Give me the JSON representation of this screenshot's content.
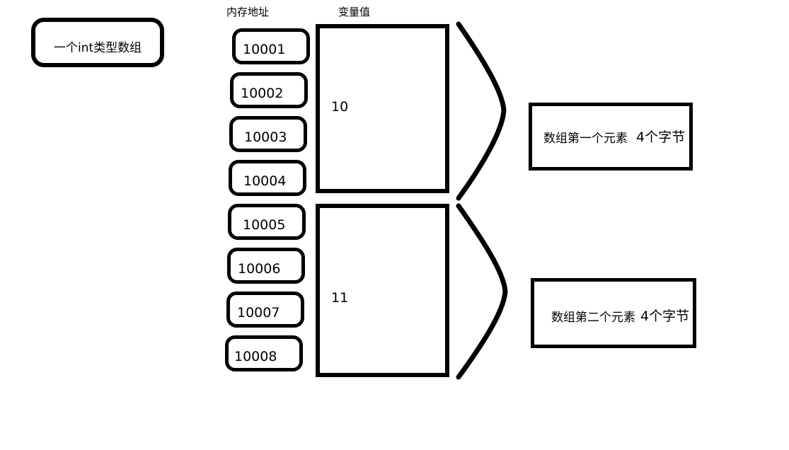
{
  "diagram": {
    "title_box": {
      "label": "一个int类型数组"
    },
    "headers": {
      "address": "内存地址",
      "value": "变量值"
    },
    "address_boxes": [
      {
        "label": "10001"
      },
      {
        "label": "10002"
      },
      {
        "label": "10003"
      },
      {
        "label": "10004"
      },
      {
        "label": "10005"
      },
      {
        "label": "10006"
      },
      {
        "label": "10007"
      },
      {
        "label": "10008"
      }
    ],
    "value_boxes": [
      {
        "label": "10"
      },
      {
        "label": "11"
      }
    ],
    "notes": [
      {
        "main": "数组第一个元素",
        "sub": "4个字节"
      },
      {
        "main": "数组第二个元素",
        "sub": "4个字节"
      }
    ],
    "colors": {
      "stroke": "#000000",
      "background": "#ffffff"
    }
  }
}
